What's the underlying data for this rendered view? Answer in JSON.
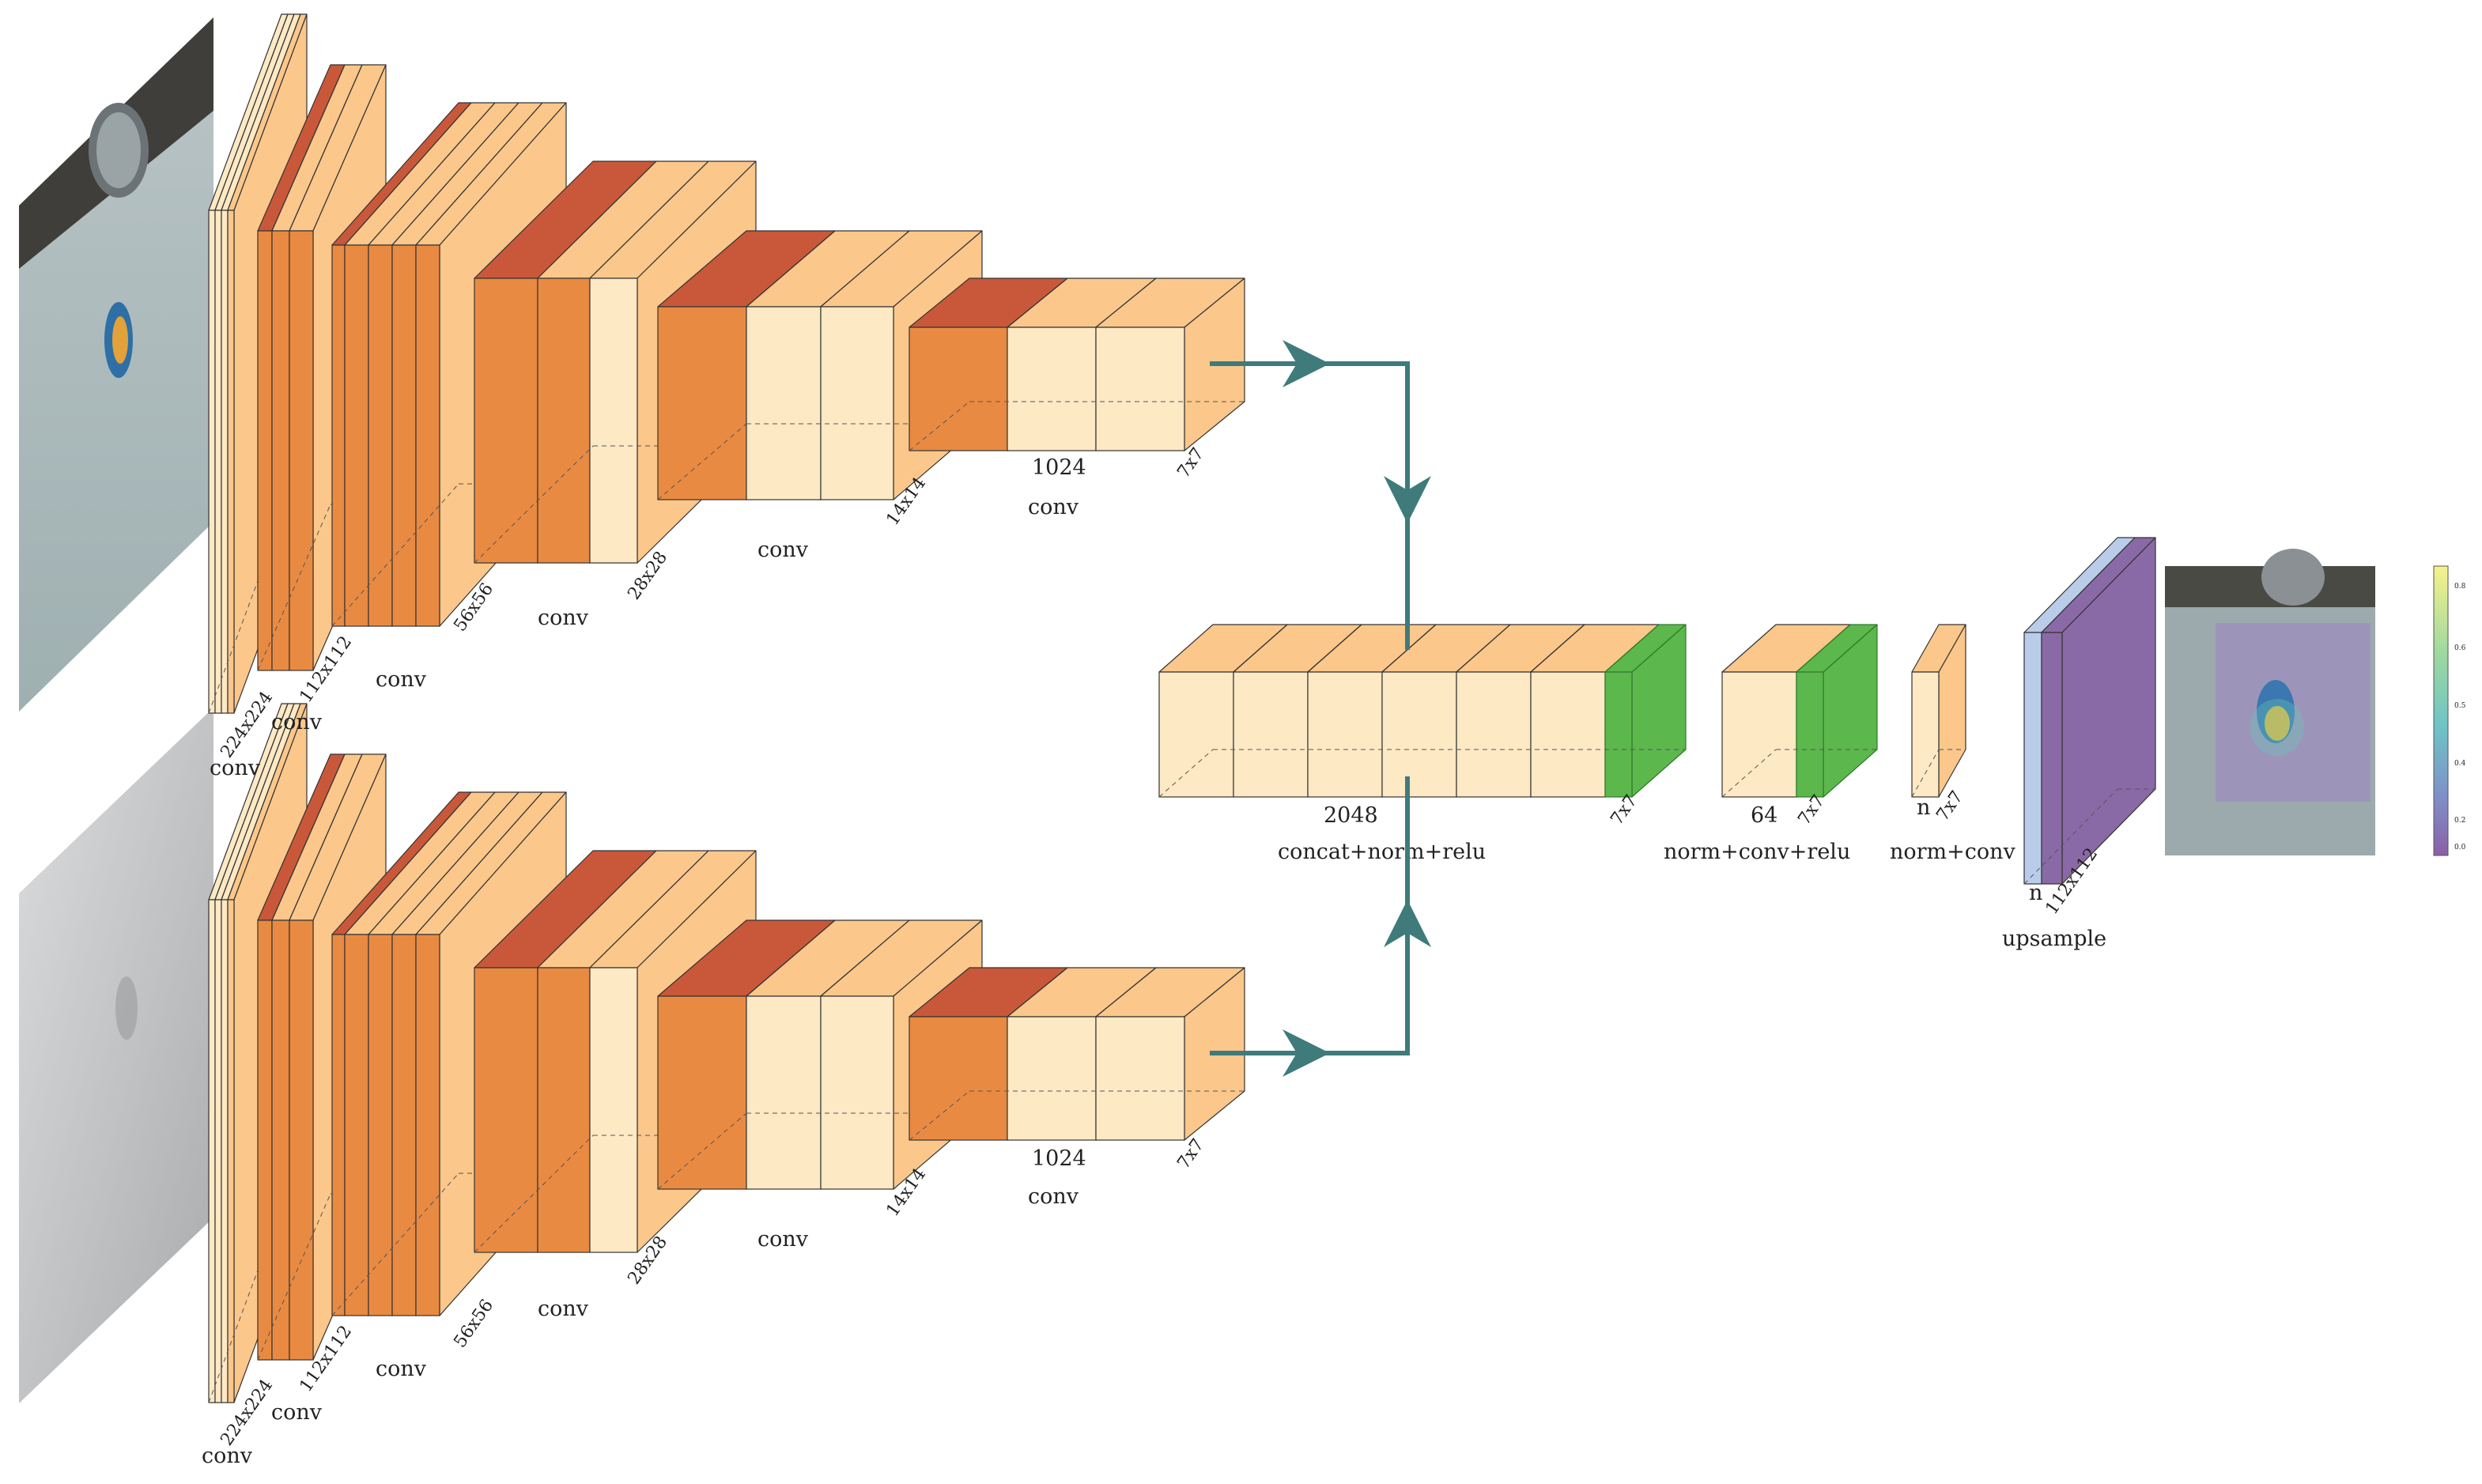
{
  "colors": {
    "plate_light": "#fde9c4",
    "plate_mid": "#fbc78a",
    "plate_dark": "#f09a4e",
    "plate_conv": "#e98a42",
    "plate_conv_edge": "#c9583a",
    "green": "#5cb74c",
    "green_edge": "#2f7a2a",
    "blue": "#b9cdea",
    "purple": "#8a6aa6",
    "arrow": "#3f7b7b",
    "photo_floor": "#a7b7b8",
    "photo_wall": "#4b4a45",
    "photo_gray": "#c6c7c8"
  },
  "top_branch": {
    "sizes": [
      "224x224",
      "112x112",
      "56x56",
      "28x28",
      "14x14",
      "7x7"
    ],
    "ops": [
      "conv",
      "conv",
      "conv",
      "conv",
      "conv",
      "conv"
    ],
    "channels_last": "1024"
  },
  "bottom_branch": {
    "sizes": [
      "224x224",
      "112x112",
      "56x56",
      "28x28",
      "14x14",
      "7x7"
    ],
    "ops": [
      "conv",
      "conv",
      "conv",
      "conv",
      "conv",
      "conv"
    ],
    "channels_last": "1024"
  },
  "fusion": {
    "channels": "2048",
    "size": "7x7",
    "op": "concat+norm+relu"
  },
  "head1": {
    "channels": "64",
    "size": "7x7",
    "op": "norm+conv+relu"
  },
  "head2": {
    "channels": "n",
    "size": "7x7",
    "op": "norm+conv"
  },
  "upsample": {
    "channels": "n",
    "size": "112x112",
    "op": "upsample"
  },
  "colorbar": {
    "ticks": [
      "0.8",
      "0.6",
      "0.5",
      "0.4",
      "0.2",
      "0.0"
    ]
  }
}
